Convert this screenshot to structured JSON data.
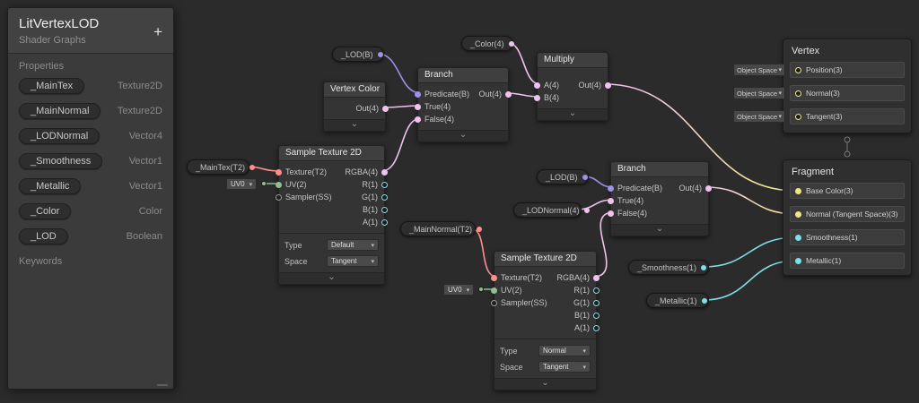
{
  "icons": {
    "add": "+",
    "collapse_chevron": "⌄",
    "dropdown_arrow": "▾"
  },
  "colors": {
    "background": "#2B2B2B",
    "panel": "#3B3B3B",
    "node_body": "#343434",
    "node_title": "#3F3F3F",
    "port_boolean": "#9C92E8",
    "port_vector1": "#7EE0E4",
    "port_vector2": "#8FC08F",
    "port_vector3": "#EEE88A",
    "port_vector4": "#EFC2EF",
    "port_texture2d": "#FF8E8E",
    "port_sampler": "#9A9A9A"
  },
  "blackboard": {
    "title": "LitVertexLOD",
    "subtitle": "Shader Graphs",
    "properties_label": "Properties",
    "keywords_label": "Keywords",
    "properties": [
      {
        "name": "_MainTex",
        "type": "Texture2D"
      },
      {
        "name": "_MainNormal",
        "type": "Texture2D"
      },
      {
        "name": "_LODNormal",
        "type": "Vector4"
      },
      {
        "name": "_Smoothness",
        "type": "Vector1"
      },
      {
        "name": "_Metallic",
        "type": "Vector1"
      },
      {
        "name": "_Color",
        "type": "Color"
      },
      {
        "name": "_LOD",
        "type": "Boolean"
      }
    ]
  },
  "nodes": {
    "vertex_color": {
      "title": "Vertex Color",
      "out": "Out(4)"
    },
    "branch1": {
      "title": "Branch",
      "predicate": "Predicate(B)",
      "true_port": "True(4)",
      "false_port": "False(4)",
      "out": "Out(4)"
    },
    "multiply": {
      "title": "Multiply",
      "a": "A(4)",
      "b": "B(4)",
      "out": "Out(4)"
    },
    "sample_albedo": {
      "title": "Sample Texture 2D",
      "texture": "Texture(T2)",
      "uv": "UV(2)",
      "sampler": "Sampler(SS)",
      "rgba": "RGBA(4)",
      "r": "R(1)",
      "g": "G(1)",
      "b": "B(1)",
      "a": "A(1)",
      "type_label": "Type",
      "type_value": "Default",
      "space_label": "Space",
      "space_value": "Tangent"
    },
    "branch2": {
      "title": "Branch",
      "predicate": "Predicate(B)",
      "true_port": "True(4)",
      "false_port": "False(4)",
      "out": "Out(4)"
    },
    "sample_normal": {
      "title": "Sample Texture 2D",
      "texture": "Texture(T2)",
      "uv": "UV(2)",
      "sampler": "Sampler(SS)",
      "rgba": "RGBA(4)",
      "r": "R(1)",
      "g": "G(1)",
      "b": "B(1)",
      "a": "A(1)",
      "type_label": "Type",
      "type_value": "Normal",
      "space_label": "Space",
      "space_value": "Tangent"
    }
  },
  "pills": {
    "lod1": "_LOD(B)",
    "color": "_Color(4)",
    "maintex": "_MainTex(T2)",
    "lod2": "_LOD(B)",
    "lodnormal": "_LODNormal(4)",
    "mainnormal": "_MainNormal(T2)",
    "smoothness": "_Smoothness(1)",
    "metallic": "_Metallic(1)"
  },
  "uv_dropdown": "UV0",
  "vertex_block": {
    "title": "Vertex",
    "space_dropdown": "Object Space",
    "rows": [
      "Position(3)",
      "Normal(3)",
      "Tangent(3)"
    ]
  },
  "fragment_block": {
    "title": "Fragment",
    "rows": [
      "Base Color(3)",
      "Normal (Tangent Space)(3)",
      "Smoothness(1)",
      "Metallic(1)"
    ]
  }
}
